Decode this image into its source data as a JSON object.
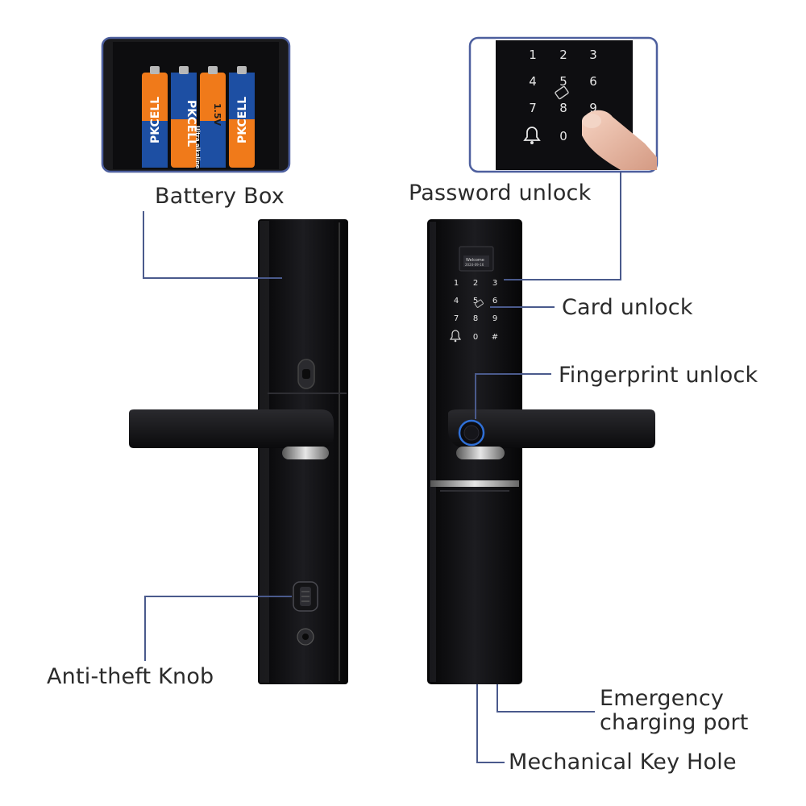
{
  "callouts": {
    "battery_box": "Battery Box",
    "password_unlock": "Password unlock",
    "card_unlock": "Card unlock",
    "fingerprint_unlock": "Fingerprint unlock",
    "anti_theft_knob": "Anti-theft Knob",
    "emergency_charging_port": "Emergency\ncharging port",
    "mechanical_key_hole": "Mechanical Key Hole"
  },
  "battery": {
    "brand": "PKCELL",
    "voltage": "1.5V",
    "type": "Ultra alkaline"
  },
  "keypad_inset": {
    "keys": [
      "1",
      "2",
      "3",
      "4",
      "5",
      "6",
      "7",
      "8",
      "9",
      "0"
    ]
  },
  "lock_screen": {
    "welcome": "Welcome",
    "date": "2024-09-16"
  },
  "keypad_front": {
    "keys": [
      "1",
      "2",
      "3",
      "4",
      "5",
      "6",
      "7",
      "8",
      "9",
      "0",
      "#"
    ]
  },
  "colors": {
    "callout_line": "#4a5a8c",
    "inset_border": "#4d5f9e",
    "lock_body": "#111114",
    "fingerprint_ring": "#2f6fd6",
    "battery_orange": "#f07a1a",
    "battery_blue": "#1d4fa3"
  }
}
